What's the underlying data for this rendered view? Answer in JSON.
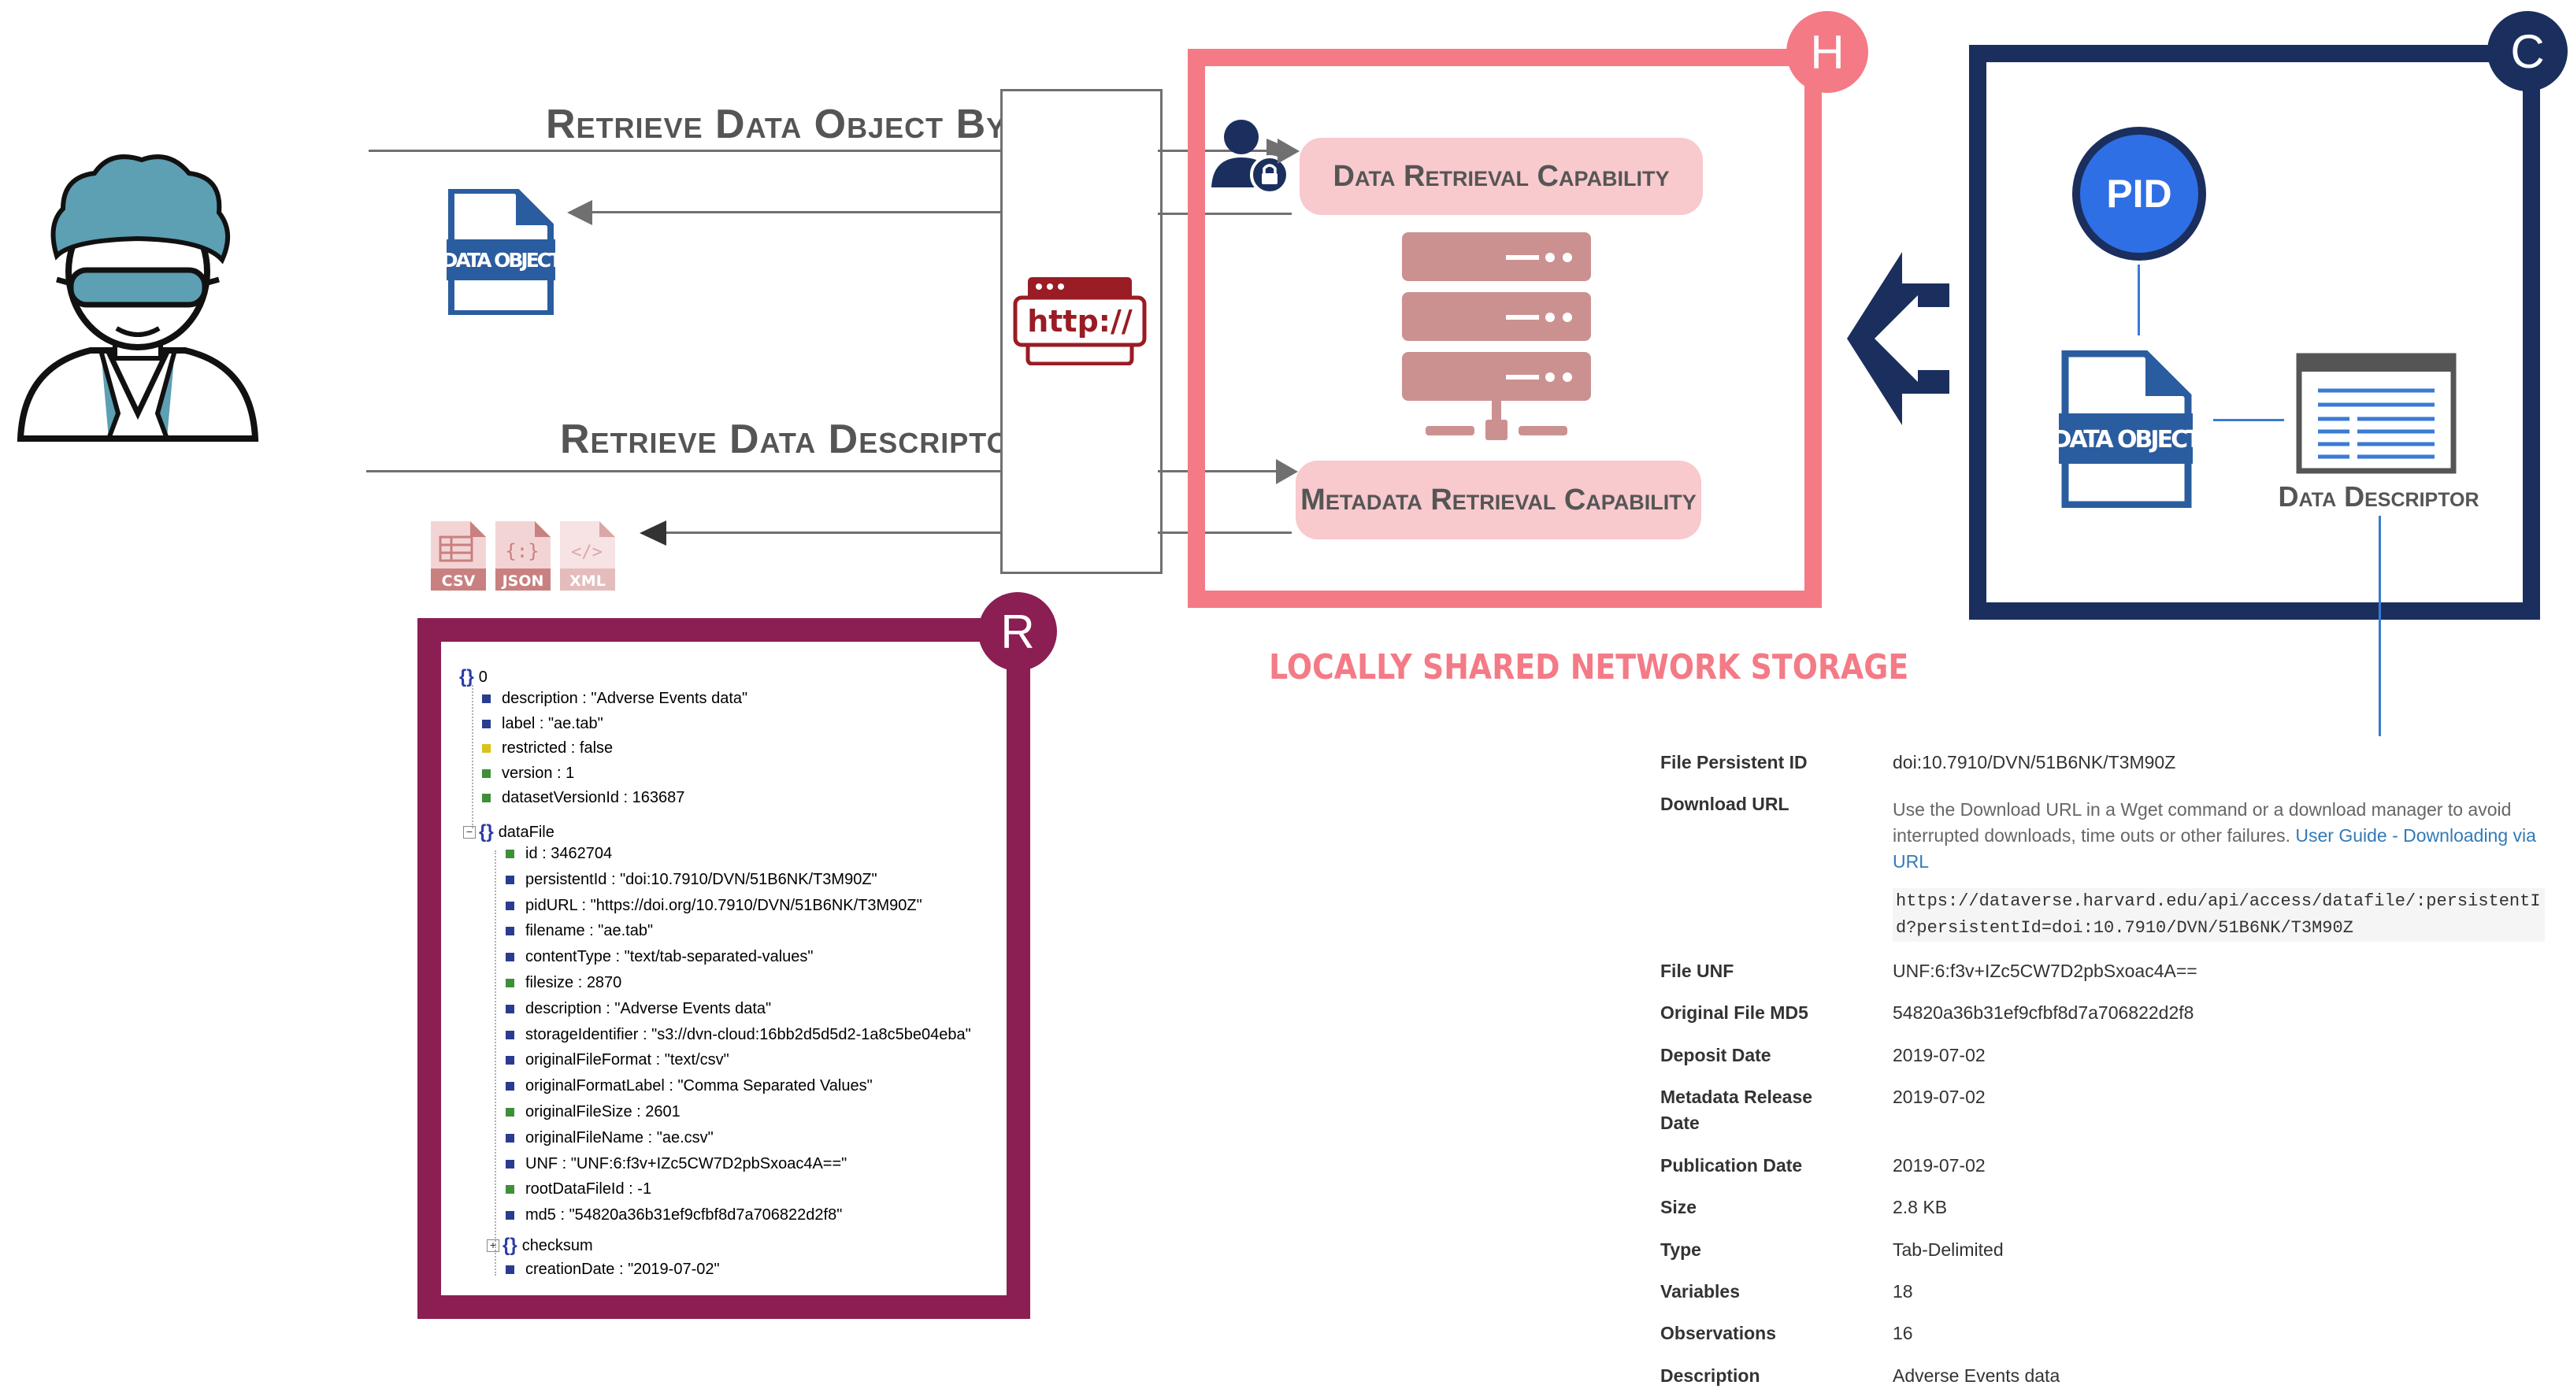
{
  "flows": {
    "retrieve_object": "Retrieve Data Object By ID",
    "retrieve_descriptor": "Retrieve Data Descriptor",
    "http_label": "http://"
  },
  "file_icons": {
    "data_object": "DATA OBJECT",
    "csv": "CSV",
    "json": "JSON",
    "xml": "XML"
  },
  "storage": {
    "badge": "H",
    "data_capability": "Data Retrieval Capability",
    "metadata_capability": "Metadata Retrieval Capability",
    "caption": "LOCALLY SHARED NETWORK STORAGE",
    "color": "#f47a86"
  },
  "repository": {
    "badge": "C",
    "pid": "PID",
    "data_object": "DATA OBJECT",
    "data_descriptor": "Data Descriptor",
    "color": "#1b2f5e",
    "pid_color": "#2f6fe6"
  },
  "json_panel": {
    "badge": "R",
    "color": "#8b1e52",
    "root": "0",
    "top": [
      {
        "key": "description",
        "value": "\"Adverse Events data\"",
        "color": "#2a3c8f"
      },
      {
        "key": "label",
        "value": "\"ae.tab\"",
        "color": "#2a3c8f"
      },
      {
        "key": "restricted",
        "value": "false",
        "color": "#d9c21a"
      },
      {
        "key": "version",
        "value": "1",
        "color": "#3f8f3a"
      },
      {
        "key": "datasetVersionId",
        "value": "163687",
        "color": "#3f8f3a"
      }
    ],
    "datafile_label": "dataFile",
    "datafile": [
      {
        "key": "id",
        "value": "3462704",
        "color": "#3f8f3a"
      },
      {
        "key": "persistentId",
        "value": "\"doi:10.7910/DVN/51B6NK/T3M90Z\"",
        "color": "#2a3c8f"
      },
      {
        "key": "pidURL",
        "value": "\"https://doi.org/10.7910/DVN/51B6NK/T3M90Z\"",
        "color": "#2a3c8f"
      },
      {
        "key": "filename",
        "value": "\"ae.tab\"",
        "color": "#2a3c8f"
      },
      {
        "key": "contentType",
        "value": "\"text/tab-separated-values\"",
        "color": "#2a3c8f"
      },
      {
        "key": "filesize",
        "value": "2870",
        "color": "#3f8f3a"
      },
      {
        "key": "description",
        "value": "\"Adverse Events data\"",
        "color": "#2a3c8f"
      },
      {
        "key": "storageIdentifier",
        "value": "\"s3://dvn-cloud:16bb2d5d5d2-1a8c5be04eba\"",
        "color": "#2a3c8f"
      },
      {
        "key": "originalFileFormat",
        "value": "\"text/csv\"",
        "color": "#2a3c8f"
      },
      {
        "key": "originalFormatLabel",
        "value": "\"Comma Separated Values\"",
        "color": "#2a3c8f"
      },
      {
        "key": "originalFileSize",
        "value": "2601",
        "color": "#3f8f3a"
      },
      {
        "key": "originalFileName",
        "value": "\"ae.csv\"",
        "color": "#2a3c8f"
      },
      {
        "key": "UNF",
        "value": "\"UNF:6:f3v+IZc5CW7D2pbSxoac4A==\"",
        "color": "#2a3c8f"
      },
      {
        "key": "rootDataFileId",
        "value": "-1",
        "color": "#3f8f3a"
      },
      {
        "key": "md5",
        "value": "\"54820a36b31ef9cfbf8d7a706822d2f8\"",
        "color": "#2a3c8f"
      }
    ],
    "checksum_label": "checksum",
    "creation": {
      "key": "creationDate",
      "value": "\"2019-07-02\"",
      "color": "#2a3c8f"
    }
  },
  "metadata": {
    "file_pid_label": "File Persistent ID",
    "file_pid_value": "doi:10.7910/DVN/51B6NK/T3M90Z",
    "download_label": "Download URL",
    "download_note": "Use the Download URL in a Wget command or a download manager to avoid interrupted downloads, time outs or other failures.",
    "download_link": "User Guide - Downloading via URL",
    "download_code": "https://dataverse.harvard.edu/api/access/datafile/:persistentId?persistentId=doi:10.7910/DVN/51B6NK/T3M90Z",
    "unf_label": "File UNF",
    "unf_value": "UNF:6:f3v+IZc5CW7D2pbSxoac4A==",
    "md5_label": "Original File MD5",
    "md5_value": "54820a36b31ef9cfbf8d7a706822d2f8",
    "deposit_label": "Deposit Date",
    "deposit_value": "2019-07-02",
    "release_label": "Metadata Release Date",
    "release_value": "2019-07-02",
    "publication_label": "Publication Date",
    "publication_value": "2019-07-02",
    "size_label": "Size",
    "size_value": "2.8 KB",
    "type_label": "Type",
    "type_value": "Tab-Delimited",
    "variables_label": "Variables",
    "variables_value": "18",
    "observations_label": "Observations",
    "observations_value": "16",
    "description_label": "Description",
    "description_value": "Adverse Events data"
  }
}
